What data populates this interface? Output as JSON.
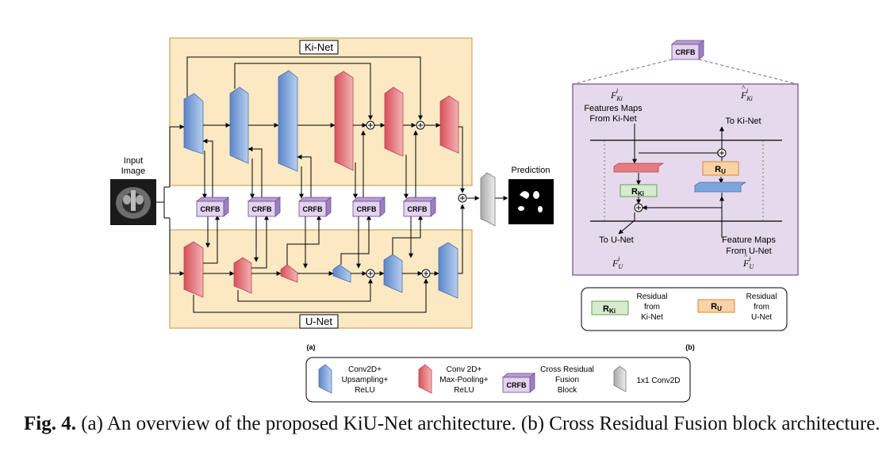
{
  "panel_a": {
    "label": "(a)",
    "ki_net_title": "Ki-Net",
    "u_net_title": "U-Net",
    "input_label_line1": "Input",
    "input_label_line2": "Image",
    "prediction_label": "Prediction",
    "crfb_label": "CRFB"
  },
  "panel_b": {
    "label": "(b)",
    "header_label": "CRFB",
    "f_ki_symbol": "F",
    "f_ki_sub": "Ki",
    "f_ki_sup": "i",
    "f_ki_hat_sub": "Ki",
    "features_ki_line1": "Features Maps",
    "features_ki_line2": "From Ki-Net",
    "to_ki_net": "To Ki-Net",
    "r_ki_label": "R",
    "r_ki_sub": "Ki",
    "r_u_label": "R",
    "r_u_sub": "U",
    "to_u_net": "To U-Net",
    "features_u_line1": "Feature Maps",
    "features_u_line2": "From U-Net",
    "f_u_sub": "U",
    "legend": {
      "residual_ki_line1": "Residual",
      "residual_ki_line2": "from",
      "residual_ki_line3": "Ki-Net",
      "residual_u_line1": "Residual",
      "residual_u_line2": "from",
      "residual_u_line3": "U-Net"
    }
  },
  "legend": {
    "blue_line1": "Conv2D+",
    "blue_line2": "Upsampling+",
    "blue_line3": "ReLU",
    "red_line1": "Conv 2D+",
    "red_line2": "Max-Pooling+",
    "red_line3": "ReLU",
    "crfb_line1": "Cross Residual",
    "crfb_line2": "Fusion",
    "crfb_line3": "Block",
    "crfb_box": "CRFB",
    "gray_label": "1x1 Conv2D"
  },
  "caption": {
    "fig_label": "Fig. 4.",
    "text": "(a) An overview of the proposed KiU-Net architecture. (b) Cross Residual Fusion block architecture."
  },
  "colors": {
    "panel_yellow": "#fbe9c4",
    "panel_purple": "#e6d9ec",
    "blue_block": "#7fa6dc",
    "red_block": "#e37b80",
    "crfb_purple": "#cdb7e0",
    "green_box": "#d7ebcf",
    "orange_box": "#f9d3a6"
  }
}
